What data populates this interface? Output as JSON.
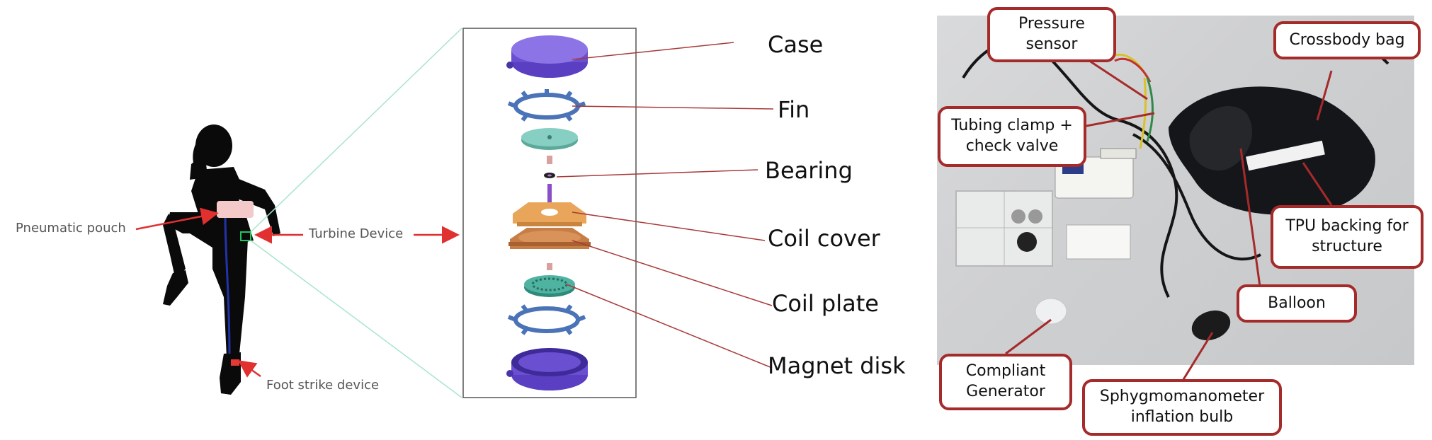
{
  "left_panel": {
    "labels": {
      "pneumatic_pouch": "Pneumatic pouch",
      "turbine_device": "Turbine Device",
      "foot_strike": "Foot strike device"
    }
  },
  "middle_panel": {
    "parts": [
      "Case",
      "Fin",
      "Bearing",
      "Coil cover",
      "Coil plate",
      "Magnet disk"
    ]
  },
  "right_panel": {
    "callouts": {
      "pressure_sensor": "Pressure sensor",
      "crossbody_bag": "Crossbody bag",
      "tubing_clamp": "Tubing clamp + check valve",
      "tpu_backing": "TPU backing for structure",
      "balloon": "Balloon",
      "compliant_generator": "Compliant Generator",
      "sphygmomanometer": "Sphygmomanometer inflation bulb"
    }
  },
  "colors": {
    "callout_border": "#a52a2a",
    "arrow_red": "#e03030",
    "leader_line": "#a83a3a",
    "zoom_line": "#a8e6c8",
    "case_purple": "#6a4fd0",
    "fin_blue": "#4a73b8",
    "teal": "#73c2b5",
    "coil_cover_orange": "#e9a65a",
    "coil_plate_brown": "#c77d46"
  }
}
